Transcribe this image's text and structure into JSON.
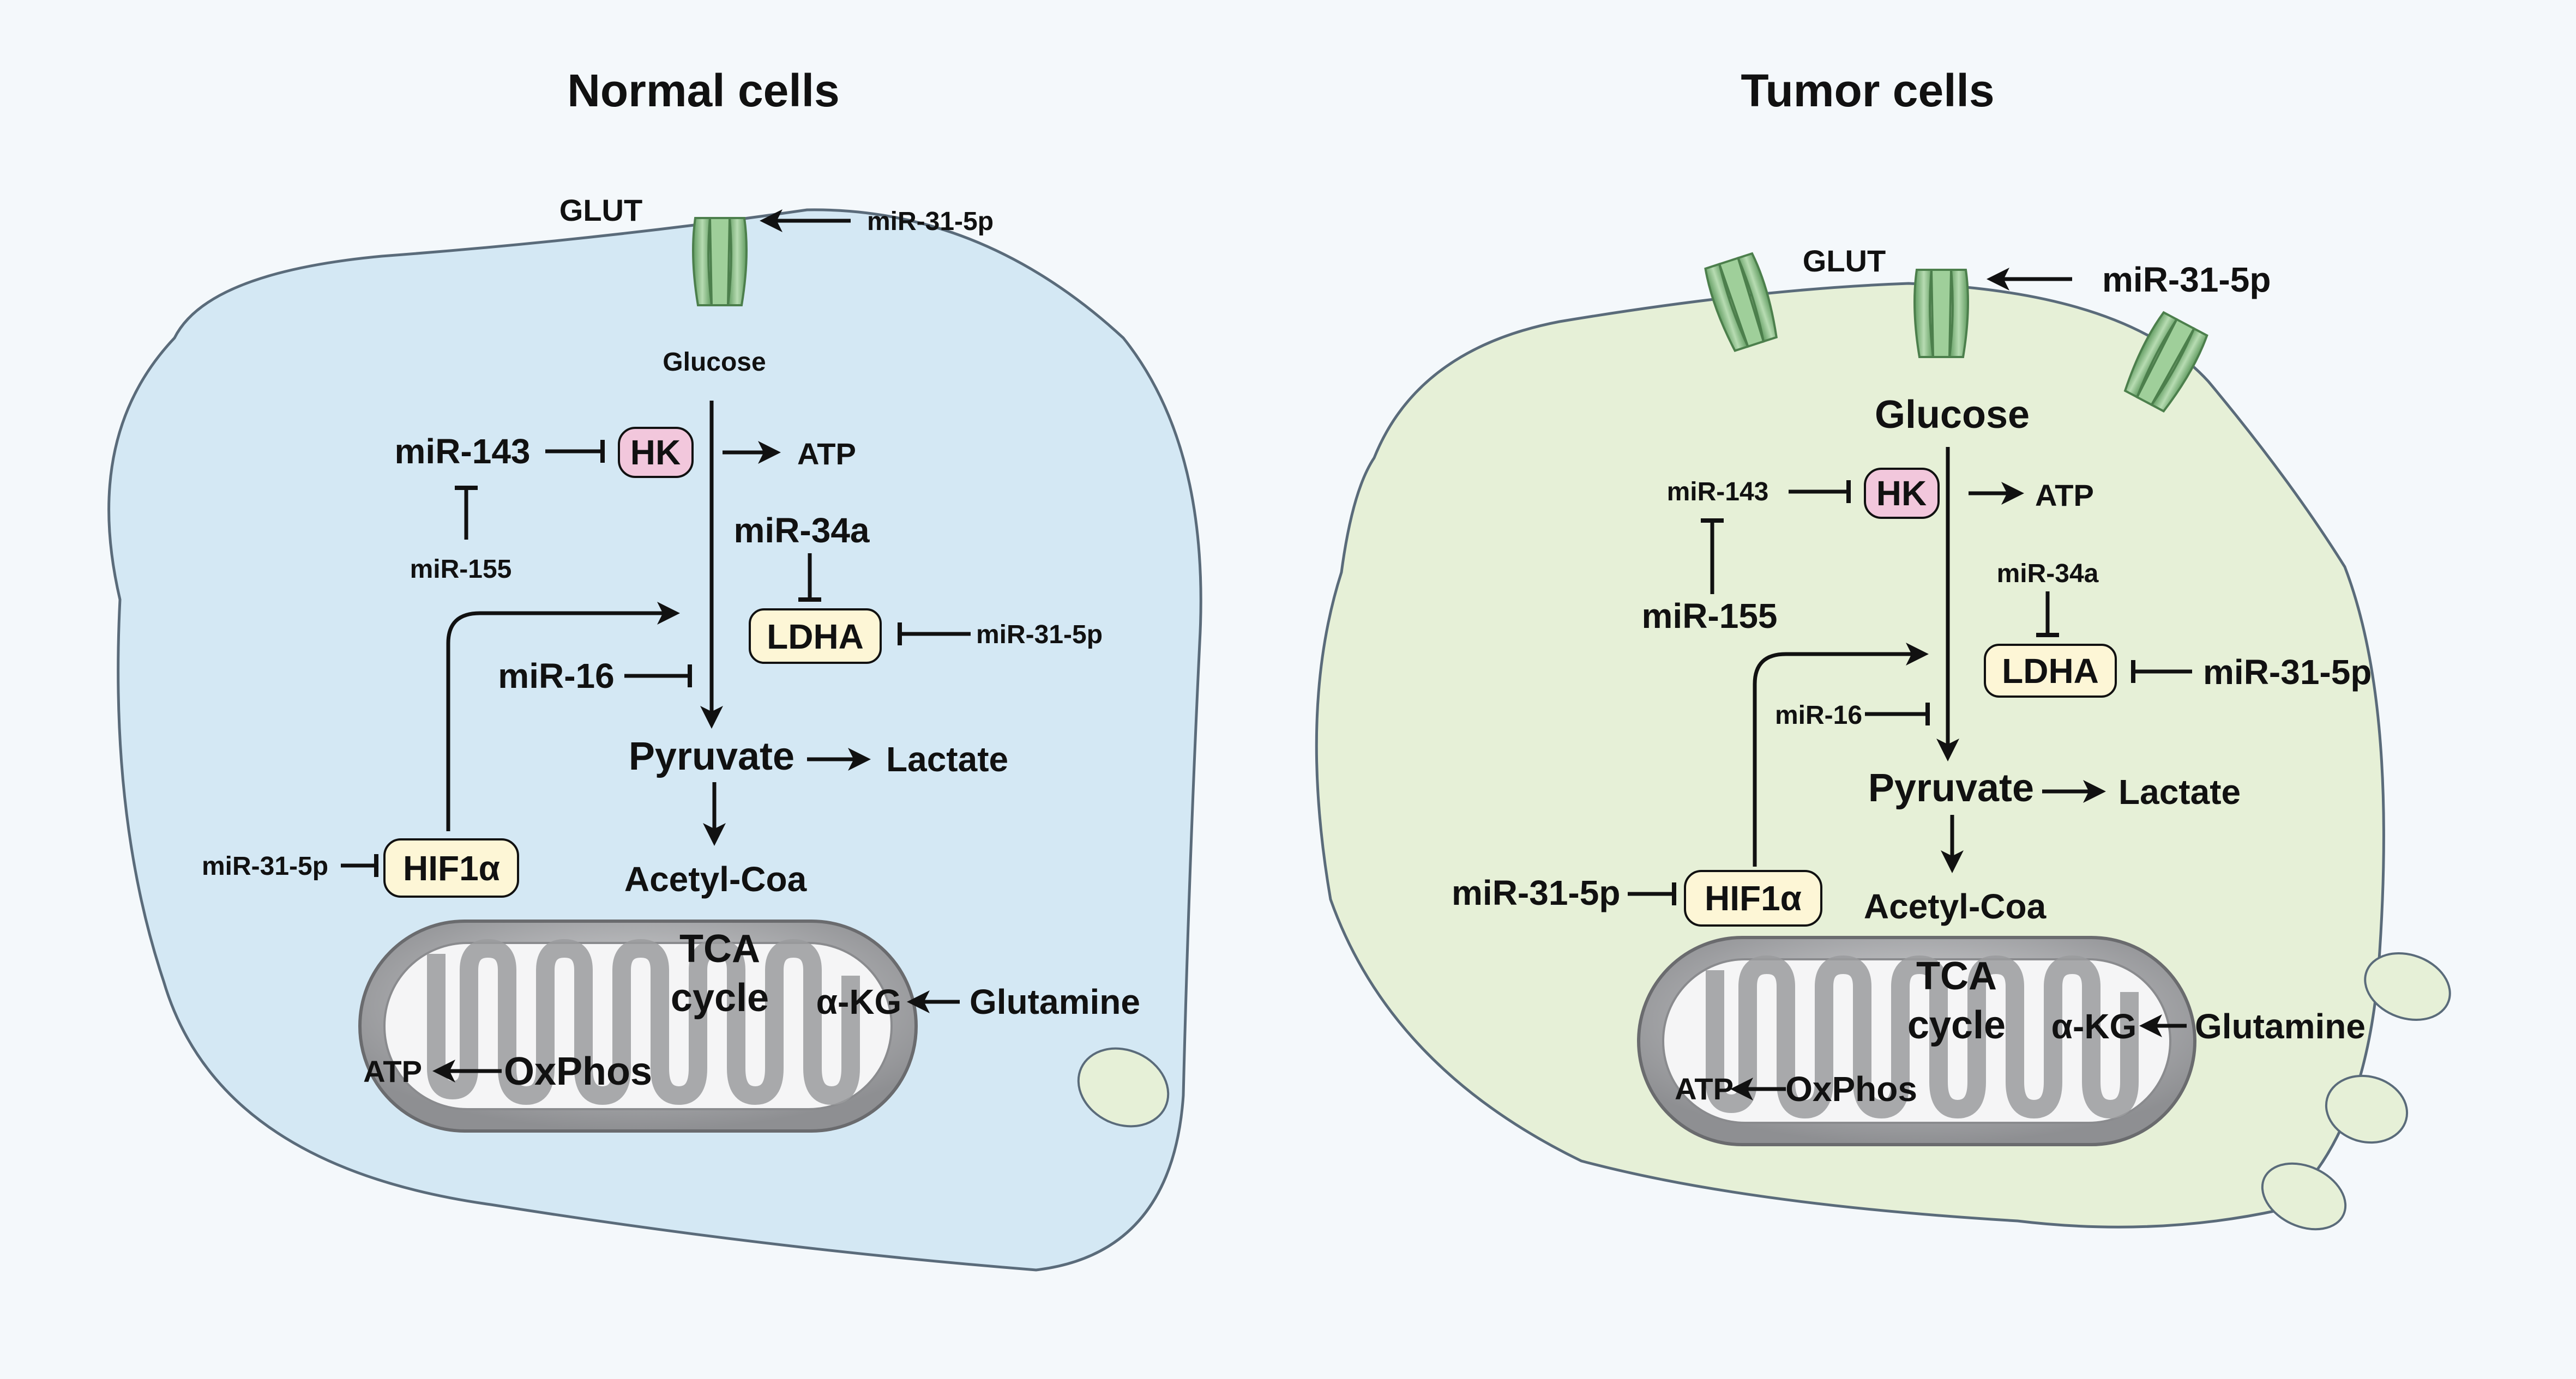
{
  "panels": {
    "normal": {
      "title": "Normal cells",
      "glut": "GLUT",
      "mir_glut": "miR-31-5p",
      "glucose": "Glucose",
      "mir143": "miR-143",
      "hk": "HK",
      "atp_hk": "ATP",
      "mir155": "miR-155",
      "mir34a": "miR-34a",
      "ldha": "LDHA",
      "mir_ldha": "miR-31-5p",
      "mir16": "miR-16",
      "pyruvate": "Pyruvate",
      "lactate": "Lactate",
      "mir_hif": "miR-31-5p",
      "hif": "HIF1α",
      "acetyl": "Acetyl-Coa",
      "tca1": "TCA",
      "tca2": "cycle",
      "akg": "α-KG",
      "glutamine": "Glutamine",
      "atp_ox": "ATP",
      "oxphos": "OxPhos"
    },
    "tumor": {
      "title": "Tumor cells",
      "glut": "GLUT",
      "mir_glut": "miR-31-5p",
      "glucose": "Glucose",
      "mir143": "miR-143",
      "hk": "HK",
      "atp_hk": "ATP",
      "mir155": "miR-155",
      "mir34a": "miR-34a",
      "ldha": "LDHA",
      "mir_ldha": "miR-31-5p",
      "mir16": "miR-16",
      "pyruvate": "Pyruvate",
      "lactate": "Lactate",
      "mir_hif": "miR-31-5p",
      "hif": "HIF1α",
      "acetyl": "Acetyl-Coa",
      "tca1": "TCA",
      "tca2": "cycle",
      "akg": "α-KG",
      "glutamine": "Glutamine",
      "atp_ox": "ATP",
      "oxphos": "OxPhos"
    }
  },
  "colors": {
    "background": "#f4f8fb",
    "normal_cell_fill": "#d4e8f4",
    "tumor_cell_fill": "#e6f0d7",
    "glut_green": "#8cc08a",
    "hk_fill": "#f2c7dc",
    "ldha_fill": "#fdf6d6",
    "mito_outer": "#a9aaad",
    "mito_cristae": "#9a9b9e"
  }
}
